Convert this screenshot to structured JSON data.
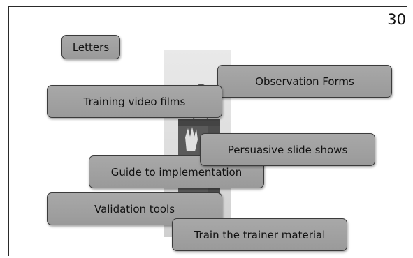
{
  "slide": {
    "page_number": "30",
    "labels": {
      "letters": "Letters",
      "observation_forms": "Observation Forms",
      "training_video_films": "Training video films",
      "persuasive_slide_shows": "Persuasive slide shows",
      "guide_to_implementation": "Guide to implementation",
      "validation_tools": "Validation tools",
      "train_the_trainer_material": "Train the trainer material"
    }
  }
}
